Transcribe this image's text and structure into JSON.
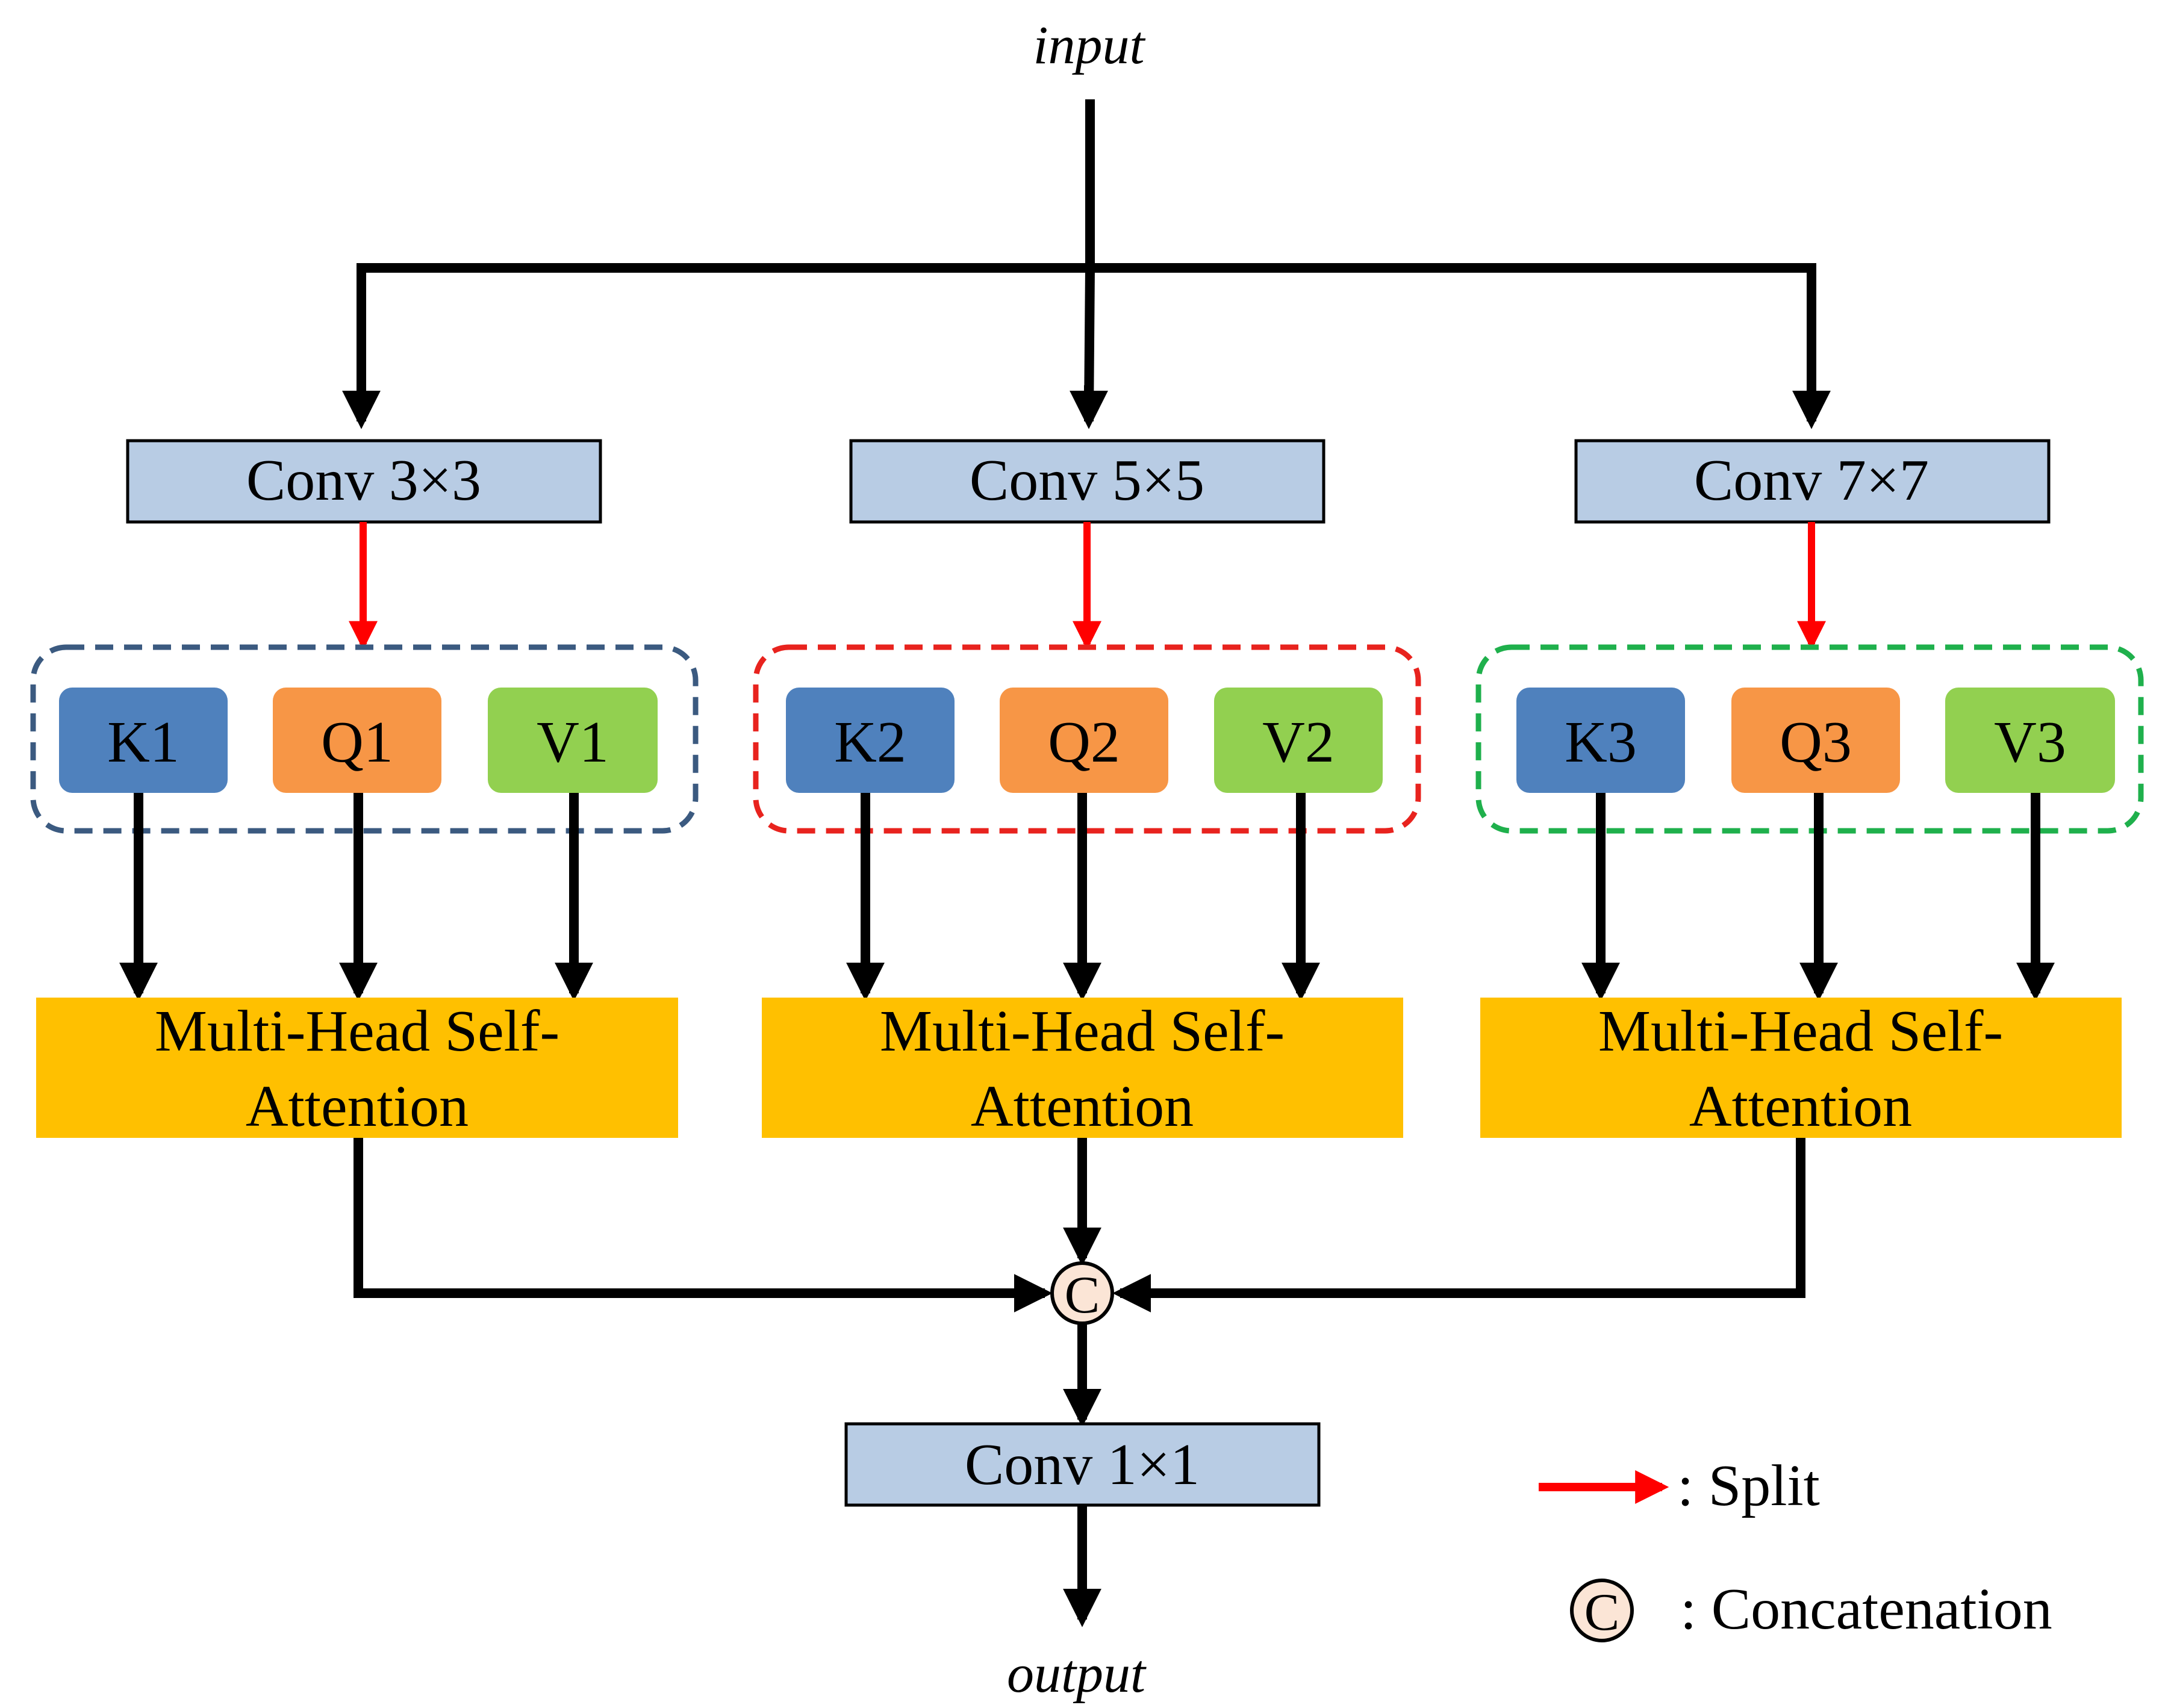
{
  "input_label": "input",
  "output_label": "output",
  "branches": [
    {
      "conv_label": "Conv 3×3",
      "group_color": "#3b5a80",
      "tokens": [
        {
          "label": "K1",
          "kind": "key"
        },
        {
          "label": "Q1",
          "kind": "query"
        },
        {
          "label": "V1",
          "kind": "value"
        }
      ],
      "attention_line1": "Multi-Head Self-",
      "attention_line2": "Attention"
    },
    {
      "conv_label": "Conv 5×5",
      "group_color": "#e8231e",
      "tokens": [
        {
          "label": "K2",
          "kind": "key"
        },
        {
          "label": "Q2",
          "kind": "query"
        },
        {
          "label": "V2",
          "kind": "value"
        }
      ],
      "attention_line1": "Multi-Head Self-",
      "attention_line2": "Attention"
    },
    {
      "conv_label": "Conv 7×7",
      "group_color": "#1fb04c",
      "tokens": [
        {
          "label": "K3",
          "kind": "key"
        },
        {
          "label": "Q3",
          "kind": "query"
        },
        {
          "label": "V3",
          "kind": "value"
        }
      ],
      "attention_line1": "Multi-Head Self-",
      "attention_line2": "Attention"
    }
  ],
  "concat_symbol": "C",
  "final_conv_label": "Conv 1×1",
  "legend": {
    "split_label": ": Split",
    "concat_label": ": Concatenation"
  },
  "colors": {
    "conv_fill": "#b8cce4",
    "key_fill": "#4f81bd",
    "query_fill": "#f79646",
    "value_fill": "#92d050",
    "attention_fill": "#ffc000",
    "split_arrow": "#ff0000",
    "flow_arrow": "#000000",
    "concat_fill": "#fbe5d6"
  }
}
